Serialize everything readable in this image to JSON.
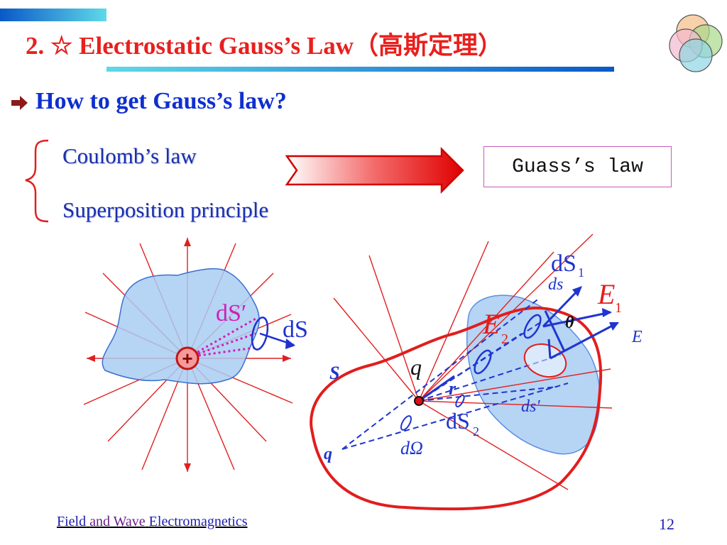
{
  "slide": {
    "title": "2.   ☆ Electrostatic Gauss’s Law（高斯定理）",
    "bullet": "How to get Gauss’s law?",
    "items": [
      "Coulomb’s law",
      "Superposition principle"
    ],
    "result": "Guass’s law",
    "footer": {
      "part1": "Field",
      "part2": "and Wave",
      "part3": "Electromagnetics",
      "page": "12"
    }
  },
  "left_figure": {
    "charge_sign": "+",
    "label_dS_prime": "dS′",
    "label_dS": "dS"
  },
  "right_figure": {
    "label_S": "S",
    "label_q_top": "q",
    "label_q_bottom": "q",
    "label_dS1": "dS",
    "sub_1": "1",
    "label_ds_small": "ds",
    "label_E1": "E",
    "label_theta": "θ",
    "label_E": "E",
    "label_E2": "E",
    "sub_2": "2",
    "label_r": "r",
    "label_ds_prime": "ds'",
    "label_dS2": "dS",
    "label_dOmega": "dΩ"
  },
  "colors": {
    "title": "#e8201e",
    "bullet": "#0f2fcf",
    "item_text": "#1a2fae",
    "field_line": "#e02020",
    "surface_fill": "#a9cdf2",
    "accent_magenta": "#d01fb8"
  }
}
